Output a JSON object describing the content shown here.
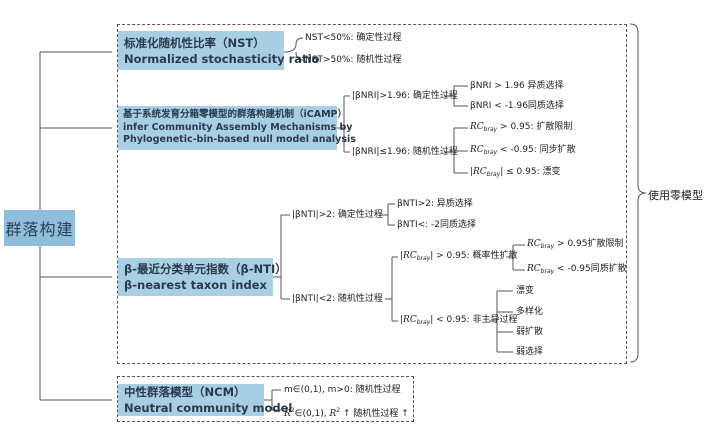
{
  "root": {
    "label": "群落构建"
  },
  "side": {
    "label": "使用零模型"
  },
  "nst": {
    "title_cn": "标准化随机性比率（NST）",
    "title_en": "Normalized stochasticity ratio",
    "leaves": [
      "NST<50%: 确定性过程",
      "NST>50%: 随机性过程"
    ]
  },
  "icamp": {
    "title_cn": "基于系统发育分箱零模型的群落构建机制（iCAMP）",
    "title_en1": "infer Community Assembly Mechanisms by",
    "title_en2": "Phylogenetic-bin-based null model analysis",
    "det": {
      "label": "|βNRI|>1.96: 确定性过程",
      "leaves": [
        "βNRI > 1.96 异质选择",
        "βNRI < -1.96同质选择"
      ]
    },
    "sto": {
      "label": "|βNRI|≤1.96: 随机性过程",
      "rc_base": "RC",
      "rc_sub": "bray",
      "leaves": [
        {
          "pre": "",
          "post": " > 0.95: 扩散限制"
        },
        {
          "pre": "",
          "post": " < -0.95: 同步扩散"
        },
        {
          "pre": "|",
          "post": "| ≤ 0.95: 漂变"
        }
      ]
    }
  },
  "bnti": {
    "title_cn": "β-最近分类单元指数（β-NTI）",
    "title_en": "β-nearest taxon index",
    "det": {
      "label": "|βNTI|>2: 确定性过程",
      "leaves": [
        "βNTI>2: 异质选择",
        "βNTI<: -2同质选择"
      ]
    },
    "sto": {
      "label": "|βNTI|<2: 随机性过程",
      "rc_base": "RC",
      "rc_sub": "bray",
      "a": {
        "pre": "|",
        "post": "| > 0.95: 概率性扩散",
        "leaves": [
          {
            "pre": "",
            "post": " > 0.95扩散限制"
          },
          {
            "pre": "",
            "post": " < -0.95同质扩散"
          }
        ]
      },
      "b": {
        "pre": "|",
        "post": "| < 0.95: 非主导过程",
        "leaves": [
          "漂变",
          "多样化",
          "弱扩散",
          "弱选择"
        ]
      }
    }
  },
  "ncm": {
    "title_cn": "中性群落模型（NCM）",
    "title_en": "Neutral community model",
    "leaf1": "m∈(0,1), m>0: 随机性过程",
    "leaf2_pre": "R",
    "leaf2_sup": "2",
    "leaf2_mid": "∈(0,1), ",
    "leaf2_r": "R",
    "leaf2_post": " ↑ 随机性过程 ↑"
  }
}
